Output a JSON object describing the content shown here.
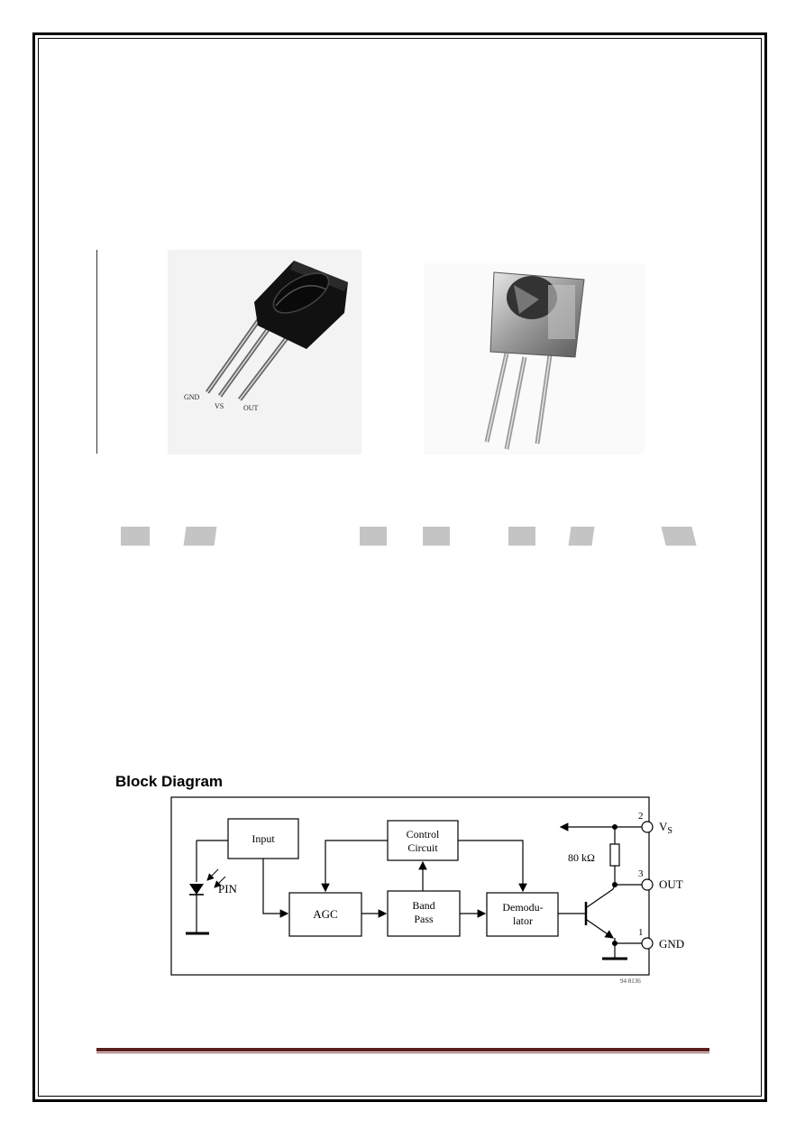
{
  "photo1": {
    "pin_labels": [
      "GND",
      "VS",
      "OUT"
    ]
  },
  "block_diagram": {
    "title": "Block Diagram",
    "blocks": {
      "input": "Input",
      "control_line1": "Control",
      "control_line2": "Circuit",
      "agc": "AGC",
      "band_line1": "Band",
      "band_line2": "Pass",
      "demod_line1": "Demodu-",
      "demod_line2": "lator"
    },
    "pin_label": "PIN",
    "resistor": "80 kΩ",
    "pins": [
      {
        "number": "2",
        "name": "V",
        "sub": "S"
      },
      {
        "number": "3",
        "name": "OUT"
      },
      {
        "number": "1",
        "name": "GND"
      }
    ],
    "ref_code": "94 8136"
  }
}
